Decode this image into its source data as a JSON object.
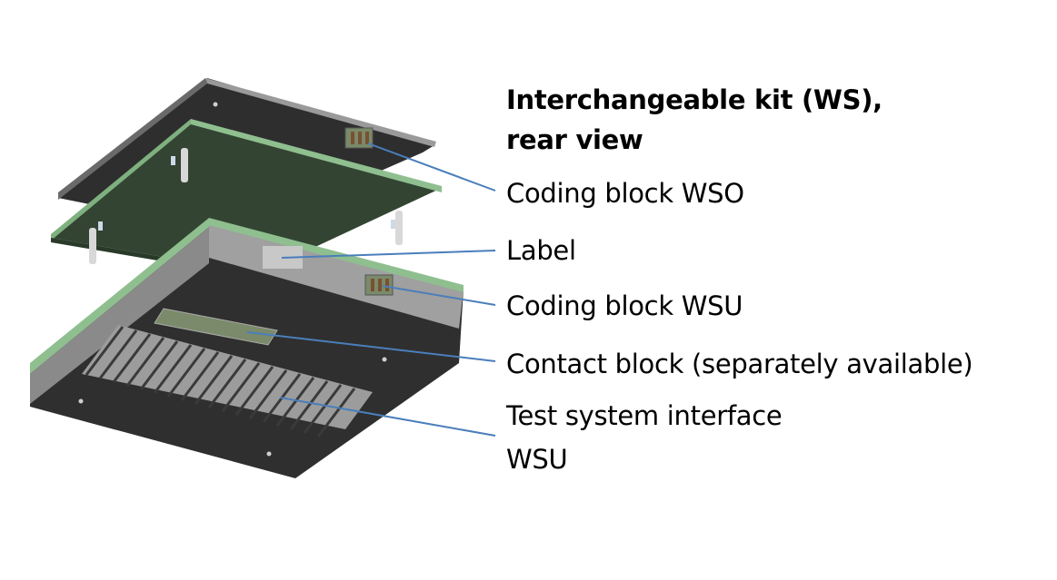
{
  "title": {
    "line1": "Interchangeable kit (WS),",
    "line2": "rear view"
  },
  "callouts": [
    {
      "id": "coding-block-wso",
      "label": "Coding block WSO"
    },
    {
      "id": "label",
      "label": "Label"
    },
    {
      "id": "coding-block-wsu",
      "label": "Coding block WSU"
    },
    {
      "id": "contact-block",
      "label": "Contact block (separately available)"
    },
    {
      "id": "test-system-interface",
      "label_line1": "Test system interface",
      "label_line2": "WSU"
    }
  ],
  "colors": {
    "callout_line": "#4a7ebb",
    "pcb_green": "#334433",
    "pcb_edge": "#8fbf8f",
    "plate_dark": "#2f2f2f",
    "frame_grey": "#9a9a9a"
  }
}
